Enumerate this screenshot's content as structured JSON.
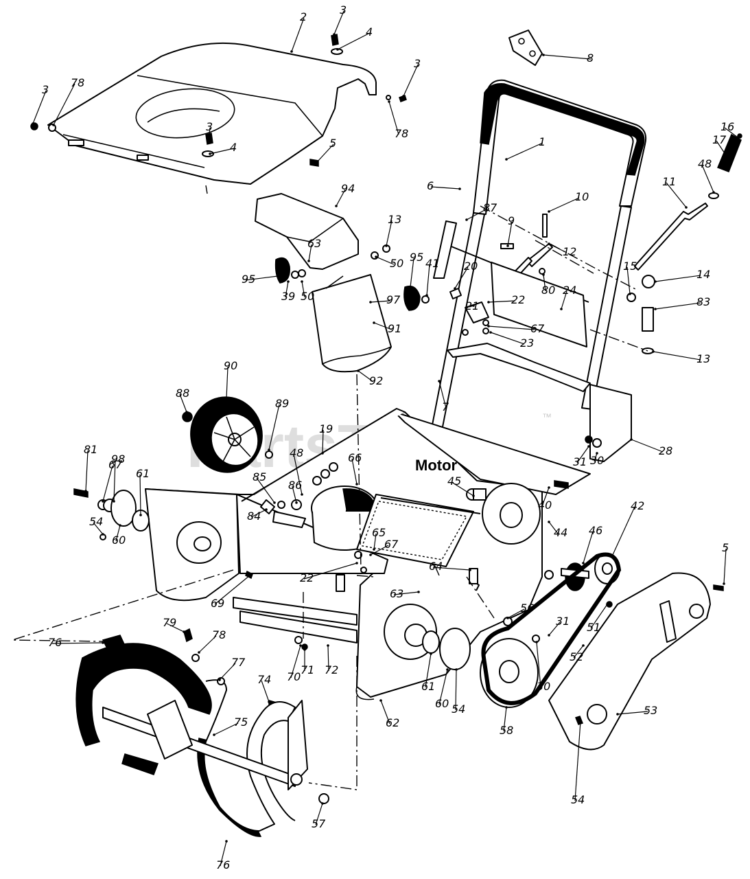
{
  "watermark": {
    "text": "PartsTree",
    "trademark": "™"
  },
  "motor_label": "Motor",
  "callouts": [
    {
      "label": "2"
    },
    {
      "label": "3"
    },
    {
      "label": "4"
    },
    {
      "label": "3"
    },
    {
      "label": "8"
    },
    {
      "label": "3"
    },
    {
      "label": "78"
    },
    {
      "label": "78"
    },
    {
      "label": "3"
    },
    {
      "label": "4"
    },
    {
      "label": "5"
    },
    {
      "label": "1"
    },
    {
      "label": "16"
    },
    {
      "label": "17"
    },
    {
      "label": "48"
    },
    {
      "label": "6"
    },
    {
      "label": "94"
    },
    {
      "label": "87"
    },
    {
      "label": "10"
    },
    {
      "label": "11"
    },
    {
      "label": "9"
    },
    {
      "label": "13"
    },
    {
      "label": "63"
    },
    {
      "label": "12"
    },
    {
      "label": "95"
    },
    {
      "label": "50"
    },
    {
      "label": "95"
    },
    {
      "label": "41"
    },
    {
      "label": "20"
    },
    {
      "label": "80"
    },
    {
      "label": "24"
    },
    {
      "label": "15"
    },
    {
      "label": "14"
    },
    {
      "label": "39"
    },
    {
      "label": "50"
    },
    {
      "label": "97"
    },
    {
      "label": "21"
    },
    {
      "label": "22"
    },
    {
      "label": "67"
    },
    {
      "label": "83"
    },
    {
      "label": "91"
    },
    {
      "label": "23"
    },
    {
      "label": "13"
    },
    {
      "label": "92"
    },
    {
      "label": "90"
    },
    {
      "label": "7"
    },
    {
      "label": "88"
    },
    {
      "label": "89"
    },
    {
      "label": "19"
    },
    {
      "label": "28"
    },
    {
      "label": "81"
    },
    {
      "label": "67"
    },
    {
      "label": "98"
    },
    {
      "label": "61"
    },
    {
      "label": "48"
    },
    {
      "label": "66"
    },
    {
      "label": "31"
    },
    {
      "label": "30"
    },
    {
      "label": "85"
    },
    {
      "label": "86"
    },
    {
      "label": "45"
    },
    {
      "label": "84"
    },
    {
      "label": "40"
    },
    {
      "label": "54"
    },
    {
      "label": "60"
    },
    {
      "label": "65"
    },
    {
      "label": "67"
    },
    {
      "label": "44"
    },
    {
      "label": "46"
    },
    {
      "label": "42"
    },
    {
      "label": "5"
    },
    {
      "label": "22"
    },
    {
      "label": "64"
    },
    {
      "label": "69"
    },
    {
      "label": "63"
    },
    {
      "label": "56"
    },
    {
      "label": "51"
    },
    {
      "label": "31"
    },
    {
      "label": "79"
    },
    {
      "label": "78"
    },
    {
      "label": "76"
    },
    {
      "label": "77"
    },
    {
      "label": "52"
    },
    {
      "label": "70"
    },
    {
      "label": "71"
    },
    {
      "label": "72"
    },
    {
      "label": "30"
    },
    {
      "label": "74"
    },
    {
      "label": "61"
    },
    {
      "label": "60"
    },
    {
      "label": "54"
    },
    {
      "label": "62"
    },
    {
      "label": "58"
    },
    {
      "label": "53"
    },
    {
      "label": "75"
    },
    {
      "label": "57"
    },
    {
      "label": "54"
    },
    {
      "label": "76"
    }
  ]
}
